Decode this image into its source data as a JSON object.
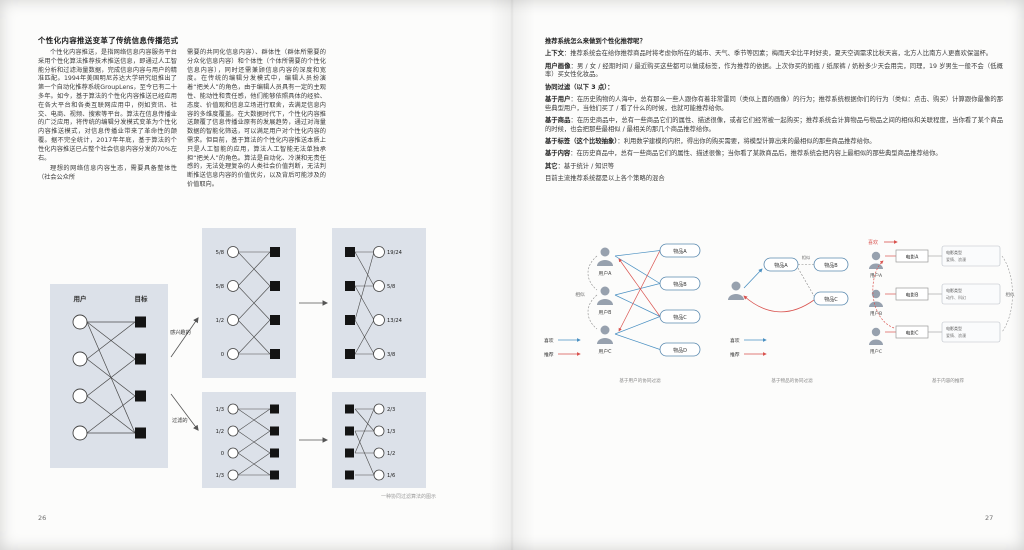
{
  "left_page": {
    "page_number": "26",
    "title": "个性化内容推送变革了传统信息传播范式",
    "col1_p1": "个性化内容推送，是指网络信息内容服务平台采用个性化算法推荐技术推送信息，即通过人工智能分析和过滤海量数据，完成信息内容与用户的精准匹配。1994年美国明尼苏达大学研究组推出了第一个自动化推荐系统GroupLens，至今已有二十多年。如今，基于算法的个性化内容推送已经应用在各大平台和各类互联网应用中，例如资讯、社交、电商、视频、搜索等平台。算法在信息传播业的广泛应用，将传统的编辑分发模式变革为个性化内容推送模式，对信息传播业带来了革命性的颠覆。据不完全统计，2017年年底，基于算法的个性化内容推送已占整个社会信息内容分发的70%左右。",
    "col1_p2": "理想的网络信息内容生态，需要具备整体性（社会公众所",
    "col2_p1": "需要的共同化信息内容）、群体性（群体所需要的分众化信息内容）和个体性（个体所需要的个性化信息内容），同时还需兼顾信息内容的深度和宽度。在传统的编辑分发模式中，编辑人员扮演着“把关人”的角色，由于编辑人员具有一定的主观性、能动性和责任感，他们能够依照具体的经验、态度、价值观和信息立场进行取舍，去满足信息内容的多维度覆盖。在大数据时代下，个性化内容推送颠覆了信息传播业原有的发展趋势，通过对海量数据的智能化筛选，可以满足用户对个性化内容的需求。但目前，基于算法的个性化内容推送本质上只是人工智能的应用，算法人工智能无法单独承担“把关人”的角色。算法是自动化、冷漠和无责任感的，无法处理复杂的人类社会价值判断，无法判断推送信息内容的价值优劣，以及背后可能涉及的价值取向。",
    "figure": {
      "label_users": "用户",
      "label_targets": "目标",
      "label_interested": "感兴趣的",
      "label_filtered": "过滤的",
      "interested_values": [
        "5/8",
        "5/8",
        "1/2",
        "0"
      ],
      "interested_results": [
        "19/24",
        "5/8",
        "13/24",
        "3/8"
      ],
      "filtered_values": [
        "1/3",
        "1/2",
        "0",
        "1/3"
      ],
      "filtered_results": [
        "2/3",
        "1/3",
        "1/2",
        "1/6"
      ],
      "caption": "一种协同过滤算法的图示"
    }
  },
  "right_page": {
    "page_number": "27",
    "paragraphs": [
      {
        "lead": "推荐系统怎么来做到个性化推荐呢？",
        "text": ""
      },
      {
        "lead": "上下文",
        "text": "：推荐系统会在给你推荐商品时将考虑你所在的城市、天气、季节等因素；梅雨天伞比平时好卖，夏天空调需求比秋天高，北方人比南方人更喜欢保温杯。"
      },
      {
        "lead": "用户画像",
        "text": "：男 / 女 / 经期时间 / 最近购买这些都可以做成标签，作为推荐的依据。上次你买的奶瓶 / 纸尿裤 / 奶粉多少天会用完，同理，19 岁男生一般不会（低概率）买女性化妆品。"
      },
      {
        "lead": "协同过滤（以下 3 点）：",
        "text": ""
      },
      {
        "lead": "基于用户",
        "text": "：在历史购物的人海中，总有那么一些人跟你有着非常雷同（类似上面的画像）的行为；推荐系统根据你们的行为（类似：点击、购买）计算跟你最像的那些典型用户，当他们买了 / 看了什么的时候，也就可能推荐给你。"
      },
      {
        "lead": "基于商品",
        "text": "：在历史商品中，总有一些商品它们的属性、描述很像，或者它们经常被一起购买；推荐系统会计算物品与物品之间的相似和关联程度，当你看了某个商品的时候，也会把那些最相似 / 最相关的那几个商品推荐给你。"
      },
      {
        "lead": "基于标签（这个比较抽象）",
        "text": "：利用数学建模的内积，得出你的购买需要，将模型计算出来的最相似的那些商品推荐给你。"
      },
      {
        "lead": "基于内容",
        "text": "：在历史商品中，总有一些商品它们的属性、描述很像；当你看了某款商品后，推荐系统会把内容上最相似的那些典型商品推荐给你。"
      },
      {
        "lead": "其它",
        "text": "：基于统计 / 知识等"
      },
      {
        "lead": "",
        "text": "目前主流推荐系统都是以上各个策略的混合"
      }
    ],
    "figure": {
      "legend_like": "喜欢",
      "legend_recommend": "推荐",
      "label_similar": "相似",
      "users": [
        "用户A",
        "用户B",
        "用户C"
      ],
      "items": [
        "物品A",
        "物品B",
        "物品C",
        "物品D"
      ],
      "item2": [
        "物品A",
        "物品B",
        "物品C"
      ],
      "movies": [
        "电影A",
        "电影B",
        "电影C"
      ],
      "movie_attr_title": "电影类型",
      "movie_attrs": [
        "爱情、浪漫",
        "动作、科幻",
        "爱情、浪漫"
      ],
      "captions": [
        "基于用户的协同过滤",
        "基于物品的协同过滤",
        "基于内容的推荐"
      ]
    }
  }
}
